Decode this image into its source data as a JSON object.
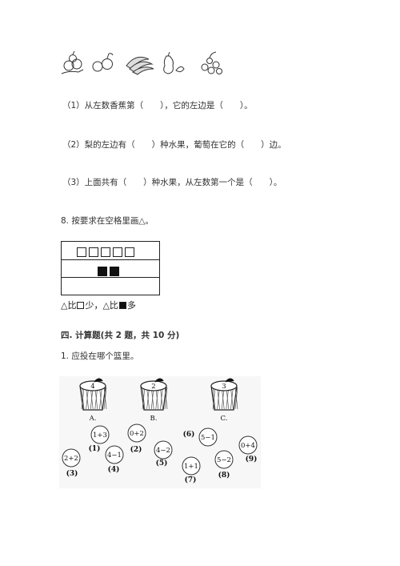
{
  "questions": [
    {
      "text": "（1）从左数香蕉第（　　），它的左边是（　　）。"
    },
    {
      "text": "（2）梨的左边有（　　）种水果，葡萄在它的（　　）边。"
    },
    {
      "text": "（3）上面共有（　　）种水果，从左数第一个是（　　）。"
    }
  ],
  "q8": {
    "title": "8. 按要求在空格里画△。",
    "caption_parts": [
      "△比",
      "少，△比",
      "多"
    ]
  },
  "section4": {
    "title": "四. 计算题(共 2 题，共 10 分)",
    "q1_title": "1. 应投在哪个篮里。"
  },
  "baskets": [
    {
      "number": "4",
      "label": "A."
    },
    {
      "number": "2",
      "label": "B."
    },
    {
      "number": "3",
      "label": "C."
    }
  ],
  "balls": [
    {
      "expr": "1+3",
      "tag": "(1)"
    },
    {
      "expr": "0+2",
      "tag": "(2)"
    },
    {
      "expr": "2+2",
      "tag": "(3)"
    },
    {
      "expr": "4−1",
      "tag": "(4)"
    },
    {
      "expr": "4−2",
      "tag": "(5)"
    },
    {
      "expr": "5−1",
      "tag": "(6)"
    },
    {
      "expr": "1+1",
      "tag": "(7)"
    },
    {
      "expr": "5−2",
      "tag": "(8)"
    },
    {
      "expr": "0+4",
      "tag": "(9)"
    }
  ],
  "colors": {
    "text": "#333333",
    "ink": "#111111"
  }
}
